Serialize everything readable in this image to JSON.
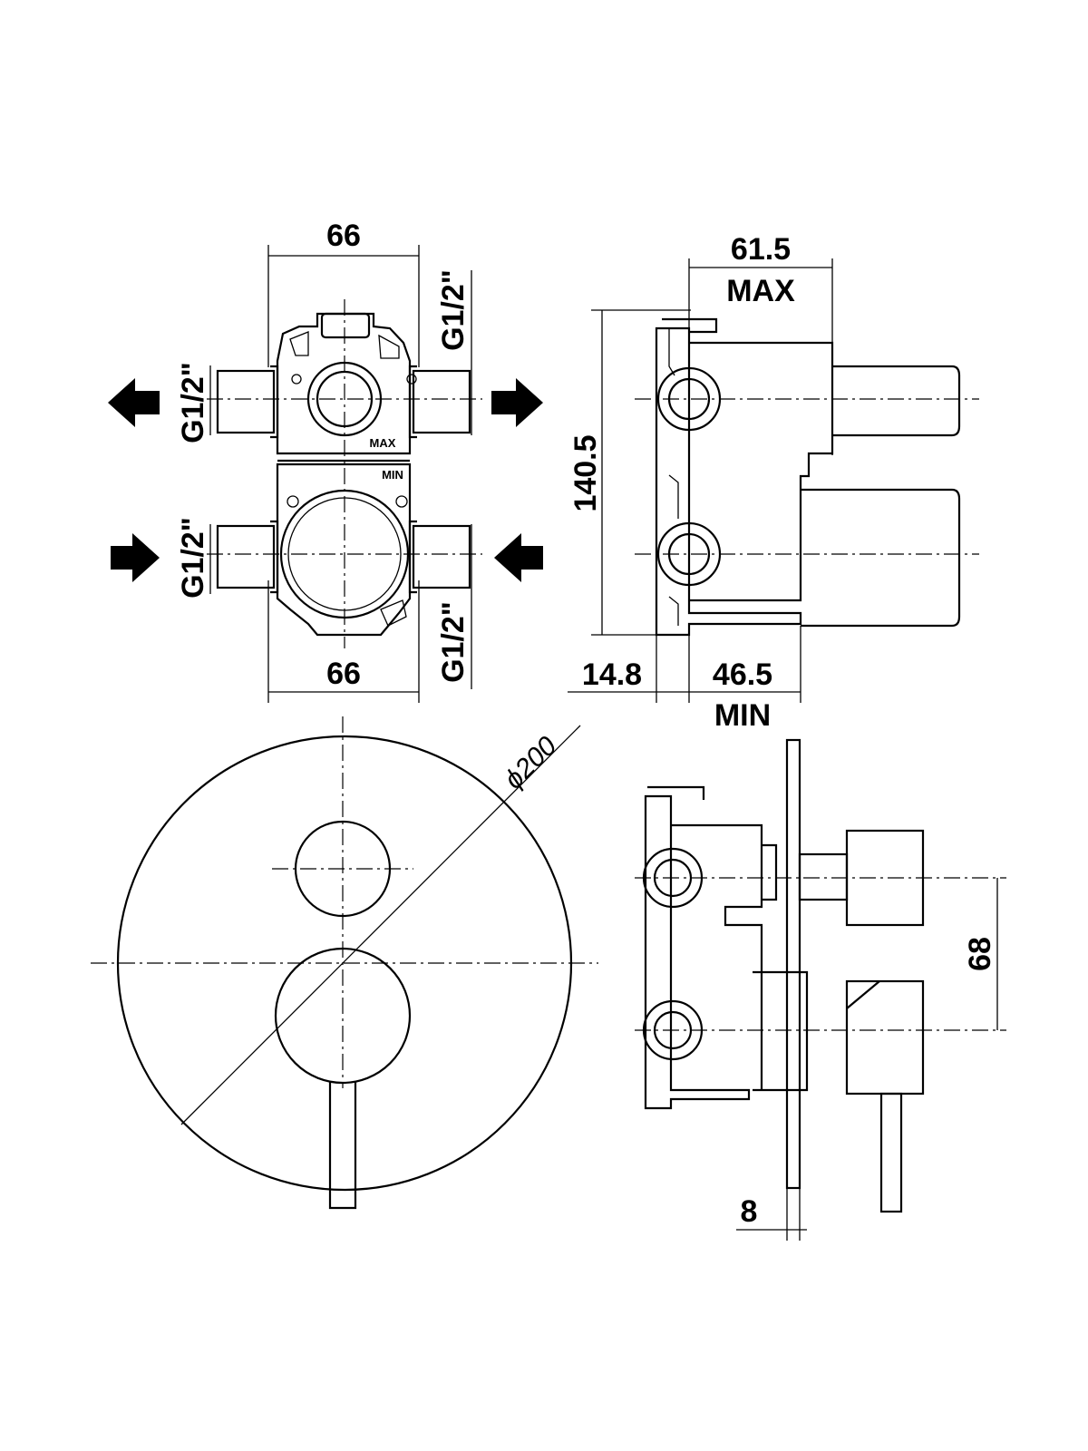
{
  "front_view": {
    "dim_top": "66",
    "dim_bottom": "66",
    "label_upper_left": "G1/2\"",
    "label_upper_right": "G1/2\"",
    "label_lower_left": "G1/2\"",
    "label_lower_right": "G1/2\"",
    "marker_max": "MAX",
    "marker_min": "MIN"
  },
  "side_view": {
    "dim_top": "61.5",
    "dim_top_note": "MAX",
    "dim_height": "140.5",
    "dim_bottom_left": "14.8",
    "dim_bottom_right": "46.5",
    "dim_bottom_note": "MIN"
  },
  "plate_view": {
    "diameter": "ϕ200"
  },
  "assembly_view": {
    "dim_spacing": "68",
    "dim_plate": "8"
  },
  "colors": {
    "line": "#000000",
    "background": "#ffffff"
  }
}
